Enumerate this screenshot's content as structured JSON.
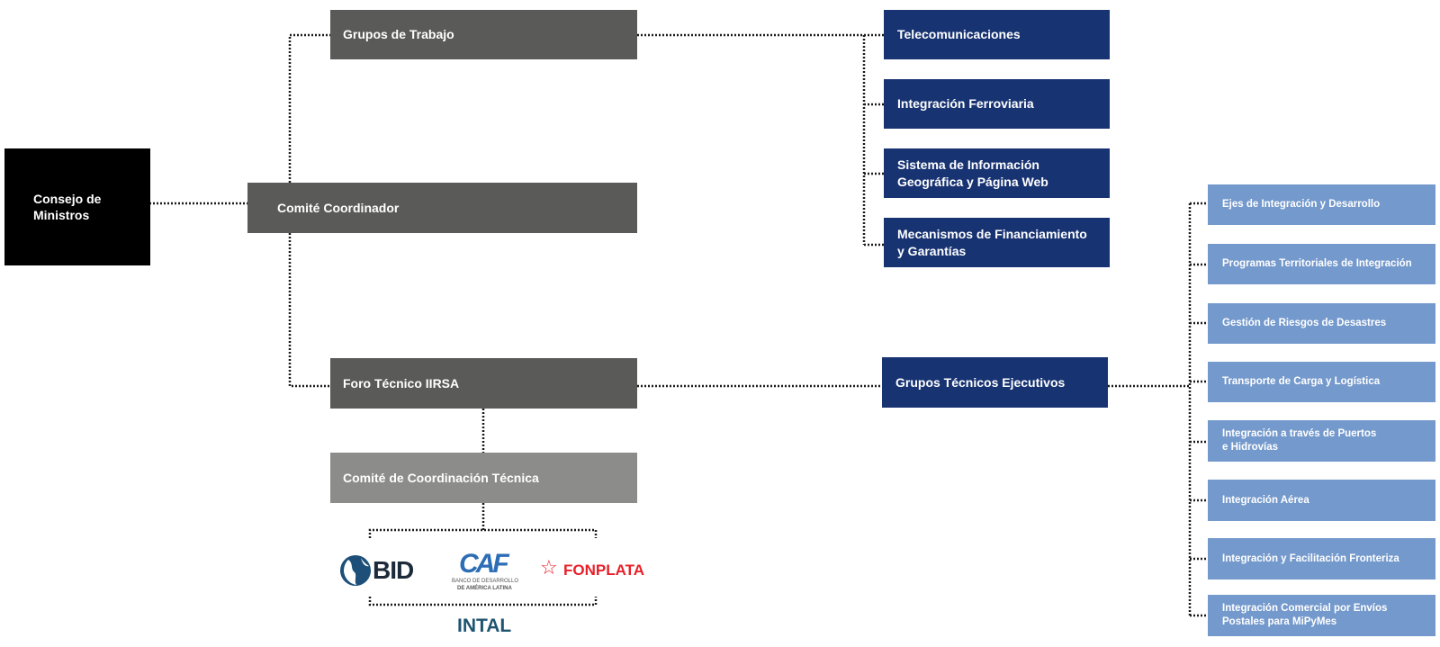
{
  "nodes": {
    "consejo": "Consejo de\nMinistros",
    "comite_coordinador": "Comité Coordinador",
    "grupos_trabajo": "Grupos de Trabajo",
    "foro_tecnico": "Foro Técnico IIRSA",
    "comite_coordinacion_tecnica": "Comité de Coordinación Técnica",
    "grupos_tecnicos": "Grupos Técnicos Ejecutivos"
  },
  "working_groups": [
    "Telecomunicaciones",
    "Integración Ferroviaria",
    "Sistema de Información\nGeográfica y Página Web",
    "Mecanismos de Financiamiento\ny Garantías"
  ],
  "technical_groups": [
    "Ejes de Integración y Desarrollo",
    "Programas Territoriales de Integración",
    "Gestión de Riesgos de Desastres",
    "Transporte de Carga y Logística",
    "Integración a través de Puertos\ne Hidrovías",
    "Integración Aérea",
    "Integración y Facilitación Fronteriza",
    "Integración Comercial por Envíos\nPostales para MiPyMes"
  ],
  "logos": {
    "bid": "BID",
    "caf": "CAF",
    "caf_subtitle_1": "BANCO DE DESARROLLO",
    "caf_subtitle_2": "DE AMÉRICA LATINA",
    "fonplata": "FONPLATA",
    "intal": "INTAL"
  },
  "colors": {
    "black": "#000000",
    "dark_gray": "#5a5a59",
    "light_gray": "#8c8c8b",
    "navy": "#173372",
    "sky_blue": "#7499cc",
    "bid_blue": "#1d4f79",
    "caf_blue": "#2d6db5",
    "fonplata_red": "#e8202a",
    "intal_teal": "#1f5470"
  }
}
